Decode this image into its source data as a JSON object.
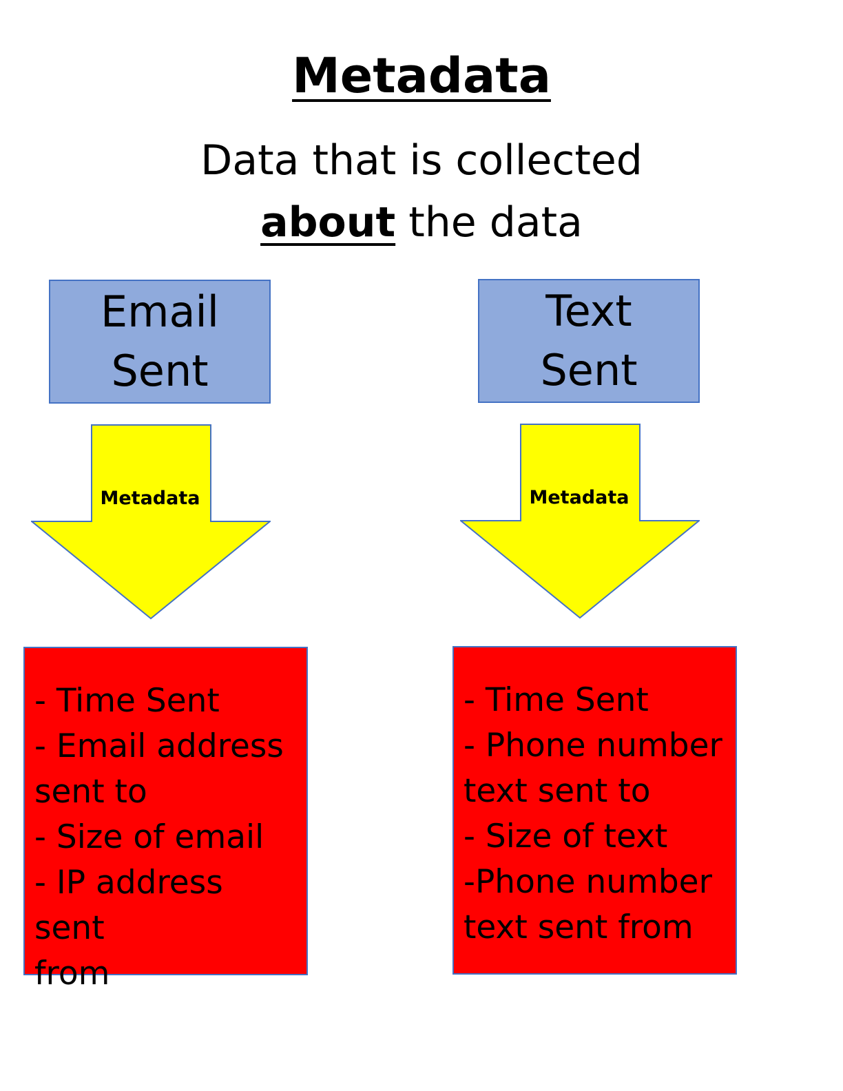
{
  "title": "Metadata",
  "subtitle": {
    "line1": "Data that is collected",
    "emphasis": "about",
    "line2_rest": " the data"
  },
  "columns": [
    {
      "heading_line1": "Email",
      "heading_line2": "Sent",
      "arrow_label": "Metadata",
      "items_text": " - Time Sent\n - Email address\nsent to\n - Size of email\n - IP address sent\nfrom"
    },
    {
      "heading_line1": "Text",
      "heading_line2": "Sent",
      "arrow_label": "Metadata",
      "items_text": " - Time Sent\n - Phone number\ntext sent to\n - Size of text\n -Phone number\ntext sent from"
    }
  ],
  "colors": {
    "heading_box": "#8faadc",
    "arrow": "#ffff00",
    "detail_box": "#ff0000",
    "border": "#4472c4"
  }
}
